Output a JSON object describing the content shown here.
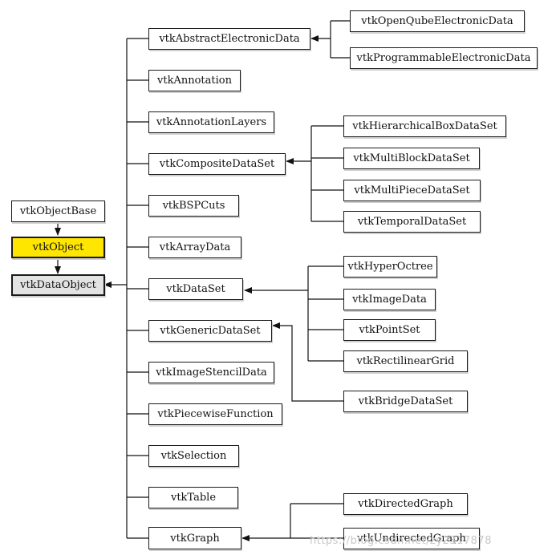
{
  "nodes": {
    "vtkObjectBase": "vtkObjectBase",
    "vtkObject": "vtkObject",
    "vtkDataObject": "vtkDataObject",
    "vtkAbstractElectronicData": "vtkAbstractElectronicData",
    "vtkAnnotation": "vtkAnnotation",
    "vtkAnnotationLayers": "vtkAnnotationLayers",
    "vtkCompositeDataSet": "vtkCompositeDataSet",
    "vtkBSPCuts": "vtkBSPCuts",
    "vtkArrayData": "vtkArrayData",
    "vtkDataSet": "vtkDataSet",
    "vtkGenericDataSet": "vtkGenericDataSet",
    "vtkImageStencilData": "vtkImageStencilData",
    "vtkPiecewiseFunction": "vtkPiecewiseFunction",
    "vtkSelection": "vtkSelection",
    "vtkTable": "vtkTable",
    "vtkGraph": "vtkGraph",
    "vtkOpenQubeElectronicData": "vtkOpenQubeElectronicData",
    "vtkProgrammableElectronicData": "vtkProgrammableElectronicData",
    "vtkHierarchicalBoxDataSet": "vtkHierarchicalBoxDataSet",
    "vtkMultiBlockDataSet": "vtkMultiBlockDataSet",
    "vtkMultiPieceDataSet": "vtkMultiPieceDataSet",
    "vtkTemporalDataSet": "vtkTemporalDataSet",
    "vtkHyperOctree": "vtkHyperOctree",
    "vtkImageData": "vtkImageData",
    "vtkPointSet": "vtkPointSet",
    "vtkRectilinearGrid": "vtkRectilinearGrid",
    "vtkBridgeDataSet": "vtkBridgeDataSet",
    "vtkDirectedGraph": "vtkDirectedGraph",
    "vtkUndirectedGraph": "vtkUndirectedGraph"
  },
  "highlight_color": "#ffe600",
  "watermark": "https://blog.csdn.net/zy2317878"
}
